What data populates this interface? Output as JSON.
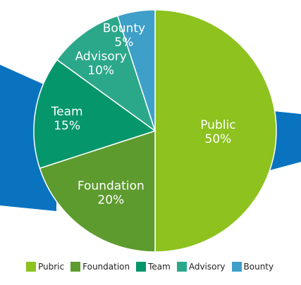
{
  "chart_data": {
    "type": "pie",
    "slices": [
      {
        "label": "Public",
        "legend": "Pubric",
        "value": 50,
        "display": "50%",
        "color": "#8dc21f"
      },
      {
        "label": "Foundation",
        "legend": "Foundation",
        "value": 20,
        "display": "20%",
        "color": "#5d9b2e"
      },
      {
        "label": "Team",
        "legend": "Team",
        "value": 15,
        "display": "15%",
        "color": "#06966b"
      },
      {
        "label": "Advisory",
        "legend": "Advisory",
        "value": 10,
        "display": "10%",
        "color": "#2ba88a"
      },
      {
        "label": "Bounty",
        "legend": "Bounty",
        "value": 5,
        "display": "5%",
        "color": "#3e9fc8"
      }
    ],
    "legend_position": "bottom",
    "background_band_color": "#0a73c0"
  }
}
